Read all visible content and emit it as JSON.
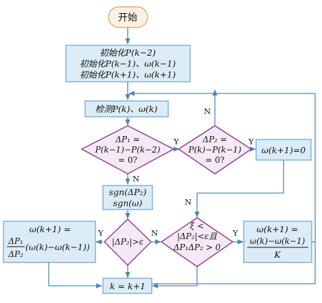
{
  "nodes": {
    "start": "开始",
    "init": {
      "line1": "初始化P(k−2)",
      "line2": "初始化P(k−1)、ω(k−1)",
      "line3": "初始化P(k+1)、ω(k+1)"
    },
    "detect": "检测P(k)、ω(k)",
    "decision1": {
      "line1": "ΔP₁ =",
      "line2": "P(k−1)−P(k−2)",
      "line3": "= 0?"
    },
    "decision2": {
      "line1": "ΔP₂ =",
      "line2": "P(k)−P(k−1)",
      "line3": "= 0?"
    },
    "omega_zero": "ω(k+1)=0",
    "sgn": {
      "line1": "sgn(ΔP₂)",
      "line2": "sgn(ω)"
    },
    "decision3": "|ΔP₂|>ε",
    "decision4": {
      "line1": "ξ <",
      "line2": "|ΔP₂|<ε且",
      "line3": "ΔP₁ΔP₂ > 0"
    },
    "formula_left": {
      "top": "ω(k+1) =",
      "num": "ΔP₁",
      "den": "ΔP₂",
      "rest": "(ω(k)−ω(k−1))"
    },
    "formula_right": {
      "top": "ω(k+1) =",
      "num": "ω(k)−ω(k−1)",
      "den": "K"
    },
    "increment": "k = k+1"
  },
  "edge_labels": {
    "d1_yes": "Y",
    "d1_no": "N",
    "d2_yes": "Y",
    "d2_no": "N",
    "omega_no": "N",
    "d3_yes": "Y",
    "d3_no": "N",
    "d4_yes": "Y"
  },
  "colors": {
    "box_fill": "#dcecf6",
    "box_stroke": "#6ba1c8",
    "diamond_fill": "#f6e9f6",
    "diamond_stroke": "#8a3b8a",
    "start_fill": "#fdf0e4",
    "start_stroke": "#d9a06e",
    "edge": "#4f86b7"
  }
}
